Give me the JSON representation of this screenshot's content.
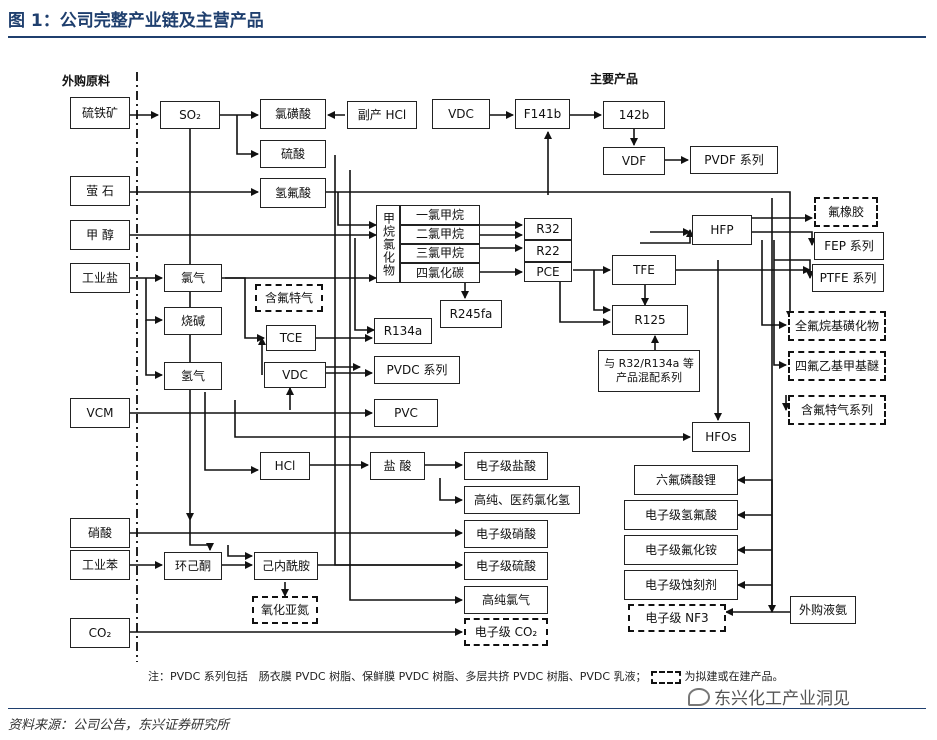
{
  "header": {
    "title": "图 1：公司完整产业链及主营产品",
    "source": "资料来源：公司公告，东兴证券研究所",
    "watermark": "东兴化工产业洞见"
  },
  "diagram": {
    "left_heading": "外购原料",
    "right_heading": "主要产品",
    "nodes": {
      "pyrite": "硫铁矿",
      "so2": "SO₂",
      "chlorosulfonic": "氯磺酸",
      "byproduct_hcl": "副产 HCl",
      "vdc_top": "VDC",
      "f141b": "F141b",
      "r142b": "142b",
      "sulfuric": "硫酸",
      "vdf": "VDF",
      "pvdf": "PVDF 系列",
      "fluorite": "萤 石",
      "hf": "氢氟酸",
      "fluororubber": "氟橡胶",
      "methanol": "甲 醇",
      "methane_chlorides": "甲烷氯化物",
      "ch3cl": "一氯甲烷",
      "ch2cl2": "二氯甲烷",
      "chcl3": "三氯甲烷",
      "ccl4": "四氯化碳",
      "r32": "R32",
      "r22": "R22",
      "hfp": "HFP",
      "fep": "FEP 系列",
      "industrial_salt": "工业盐",
      "chlorine": "氯气",
      "pce": "PCE",
      "tfe": "TFE",
      "ptfe": "PTFE 系列",
      "chlorine_gas_special": "含氟特气",
      "r245fa": "R245fa",
      "caustic": "烧碱",
      "tce": "TCE",
      "r134a": "R134a",
      "r125": "R125",
      "perfluoro_sulfonyl": "全氟烷基磺化物",
      "hydrogen": "氢气",
      "vdc_mid": "VDC",
      "pvdc": "PVDC 系列",
      "blend": "与 R32/R134a 等产品混配系列",
      "tetrafluoro_ether": "四氟乙基甲基醚",
      "vcm": "VCM",
      "pvc": "PVC",
      "special_gas_series": "含氟特气系列",
      "hfos": "HFOs",
      "hcl": "HCl",
      "hydrochloric": "盐 酸",
      "e_hcl": "电子级盐酸",
      "lipf6": "六氟磷酸锂",
      "hp_hcl_gas": "高纯、医药氯化氢",
      "e_hf": "电子级氢氟酸",
      "nitric": "硝酸",
      "e_nitric": "电子级硝酸",
      "e_nh4f": "电子级氟化铵",
      "benzene": "工业苯",
      "cyclohexanone": "环己酮",
      "caprolactam": "己内酰胺",
      "e_sulfuric": "电子级硫酸",
      "e_etchant": "电子级蚀刻剂",
      "nitrous_oxide": "氧化亚氮",
      "hp_chlorine": "高纯氯气",
      "e_nf3": "电子级 NF3",
      "liquid_ammonia": "外购液氨",
      "co2": "CO₂",
      "e_co2": "电子级 CO₂"
    },
    "note_prefix": "注：PVDC 系列包括　肠衣膜 PVDC 树脂、保鲜膜 PVDC 树脂、多层共挤 PVDC 树脂、PVDC 乳液；",
    "note_suffix": "为拟建或在建产品。"
  }
}
